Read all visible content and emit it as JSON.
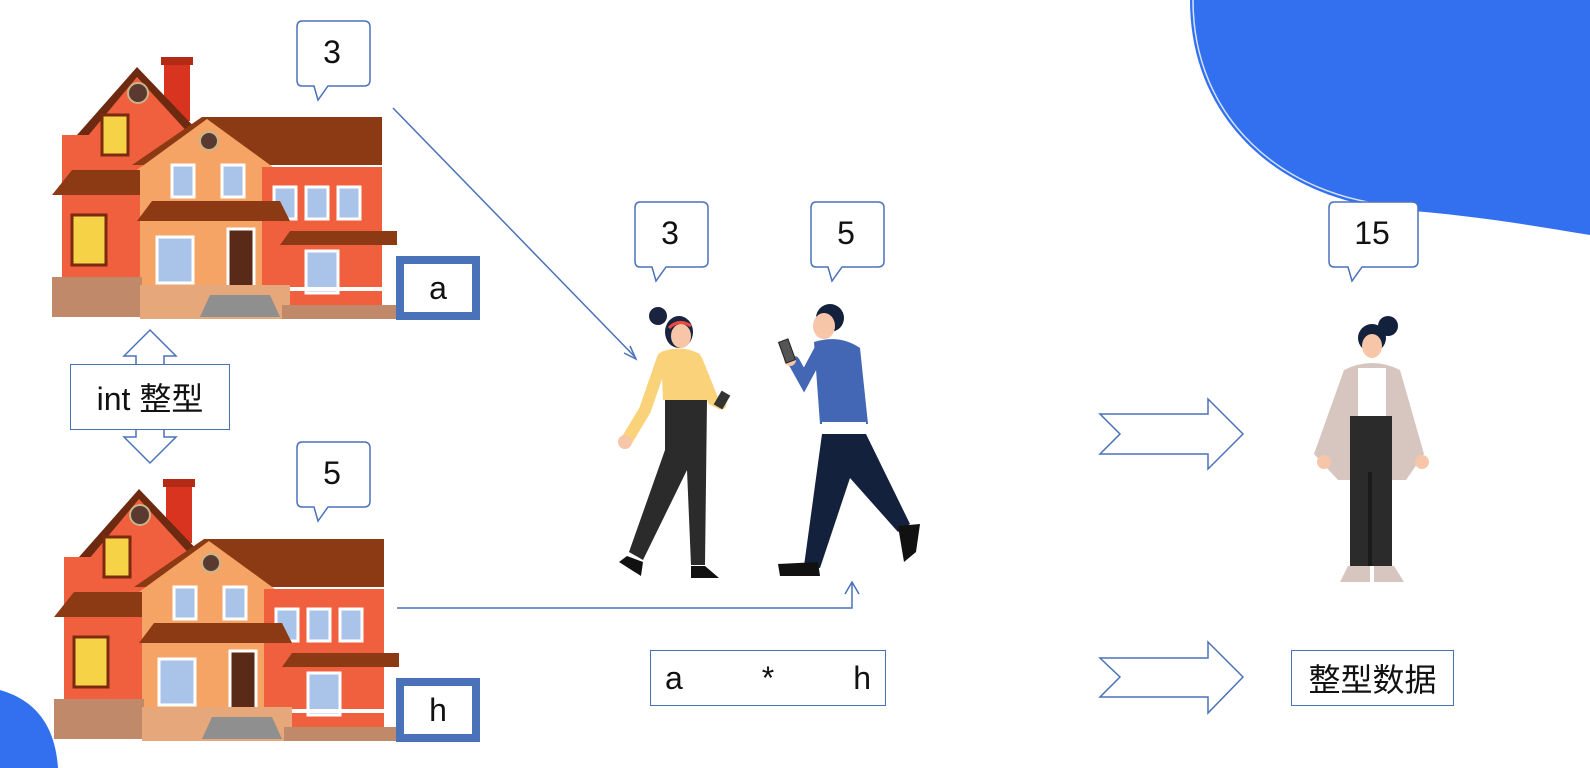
{
  "houses": [
    {
      "value": "3",
      "var": "a"
    },
    {
      "value": "5",
      "var": "h"
    }
  ],
  "type_label": "int 整型",
  "people": [
    {
      "value": "3"
    },
    {
      "value": "5"
    }
  ],
  "expression": {
    "left": "a",
    "op": "*",
    "right": "h"
  },
  "result": {
    "value": "15",
    "label": "整型数据"
  },
  "colors": {
    "accent": "#4a72b8",
    "blob": "#3270ef",
    "roof": "#8b3a14",
    "wall": "#f0603e"
  }
}
